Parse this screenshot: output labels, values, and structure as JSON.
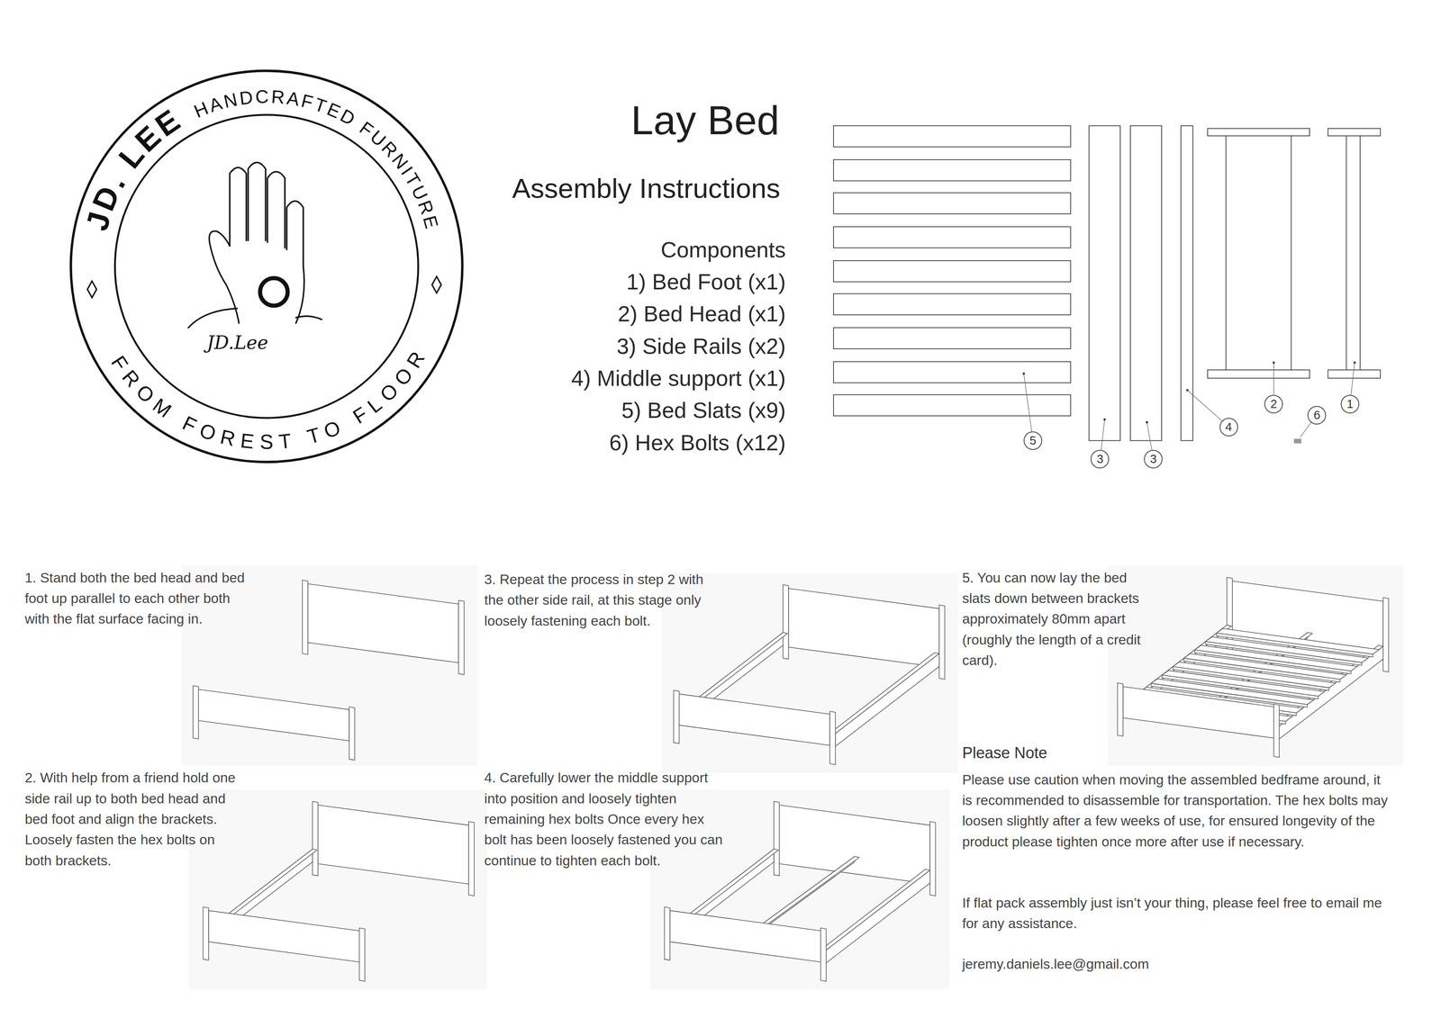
{
  "diagram": {
    "title": "Lay Bed",
    "nodes": [
      {
        "text": [
          "JD. LEE",
          "HANDCRAFTED FURNITURE",
          "FROM FOREST TO FLOOR",
          "JD.Lee"
        ]
      },
      {
        "text": [
          "5"
        ]
      },
      {
        "text": [
          "3"
        ]
      },
      {
        "text": [
          "3"
        ]
      },
      {
        "text": [
          "4"
        ]
      },
      {
        "text": [
          "2"
        ]
      },
      {
        "text": [
          "6"
        ]
      },
      {
        "text": [
          "1"
        ]
      }
    ],
    "labels": [
      "Assembly Instructions",
      "Components",
      "1) Bed Foot (x1)",
      "2) Bed Head (x1)",
      "3) Side Rails (x2)",
      "4) Middle support (x1)",
      "5) Bed Slats (x9)",
      "6) Hex Bolts (x12)",
      "1. Stand both the bed head and bed foot up parallel to each other both with the flat surface facing in.",
      "2. With help from a friend hold one side rail up to both bed head and bed foot and align the brackets. Loosely fasten the hex bolts on both brackets.",
      "3. Repeat the process in step 2 with the other side rail, at this stage only loosely fastening each bolt.",
      "4. Carefully lower the middle support into position and loosely tighten remaining hex bolts Once every hex bolt has been loosely fastened you can continue to tighten each bolt.",
      "5. You can now lay the bed slats down between brackets approximately 80mm apart (roughly the length of a credit card).",
      "Please Note",
      "Please use caution when moving the assembled bedframe around, it is recommended to disassemble for transportation. The hex bolts may loosen slightly after a few weeks of use, for ensured longevity of the product please tighten once more after use if necessary.",
      "If flat pack assembly just isn’t your thing, please feel free to email me for any assistance.",
      "jeremy.daniels.lee@gmail.com"
    ]
  }
}
